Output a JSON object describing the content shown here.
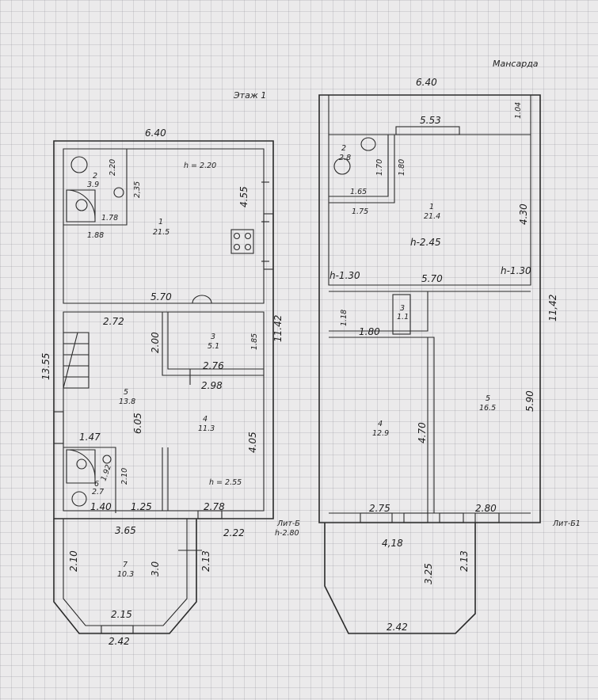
{
  "floor1": {
    "title": "Этаж 1",
    "lit": "Лит-Б",
    "lit_height": "h-2.80",
    "dims": {
      "top_width": "6.40",
      "total_height_left": "13.55",
      "total_height_right": "11.42",
      "room1_width": "5.70",
      "room1_wall": "4.55",
      "room1_height": "h = 2.20",
      "bath2_width_top": "1.78",
      "bath2_width_bottom": "1.88",
      "bath2_side": "2.20",
      "bath2_side2": "2,35",
      "hall_width": "2.72",
      "room3_depth": "2.00",
      "room3_wall": "1.85",
      "room3_width_in": "2.76",
      "room3_width_out": "2.98",
      "room5_depth": "6.05",
      "room4_depth": "4.05",
      "wc6_width": "1.47",
      "wc6_side1": "1.92",
      "wc6_side2": "2.10",
      "wc6_bottom": "1.40",
      "hall_bottom": "1.25",
      "room4_width": "2.78",
      "room4_height": "h = 2.55",
      "porch_top": "3.65",
      "porch_right": "2.22",
      "porch_left_side": "2.10",
      "porch_depth": "3.0",
      "porch_side2": "2.13",
      "porch_inner": "2.15",
      "porch_bottom": "2.42"
    },
    "rooms": [
      {
        "num": "1",
        "area": "21.5"
      },
      {
        "num": "2",
        "area": "3.9"
      },
      {
        "num": "3",
        "area": "5.1"
      },
      {
        "num": "4",
        "area": "11.3"
      },
      {
        "num": "5",
        "area": "13.8"
      },
      {
        "num": "6",
        "area": "2.7"
      },
      {
        "num": "7",
        "area": "10.3"
      }
    ]
  },
  "floor2": {
    "title": "Мансарда",
    "lit": "Лит-Б1",
    "dims": {
      "top_width": "6.40",
      "roof_depth": "1.04",
      "inner_width": "5.53",
      "bath2_w": "1.65",
      "bath2_h": "1.70",
      "bath2_side": "1.80",
      "bath2_outer": "1.75",
      "room1_height": "h-2.45",
      "room1_wall": "4.30",
      "h_left": "h-1.30",
      "h_right": "h-1.30",
      "mid_width": "5.70",
      "total_height": "11,42",
      "closet_side": "1.18",
      "closet_width": "1.80",
      "room4_depth": "4.70",
      "room5_depth": "5.90",
      "room4_width": "2.75",
      "room5_width": "2.80",
      "bottom_total": "4,18",
      "balcony_depth": "3.25",
      "balcony_side": "2.13",
      "balcony_bottom": "2.42"
    },
    "rooms": [
      {
        "num": "1",
        "area": "21.4"
      },
      {
        "num": "2",
        "area": "2.8"
      },
      {
        "num": "3",
        "area": "1.1"
      },
      {
        "num": "4",
        "area": "12.9"
      },
      {
        "num": "5",
        "area": "16.5"
      }
    ]
  }
}
